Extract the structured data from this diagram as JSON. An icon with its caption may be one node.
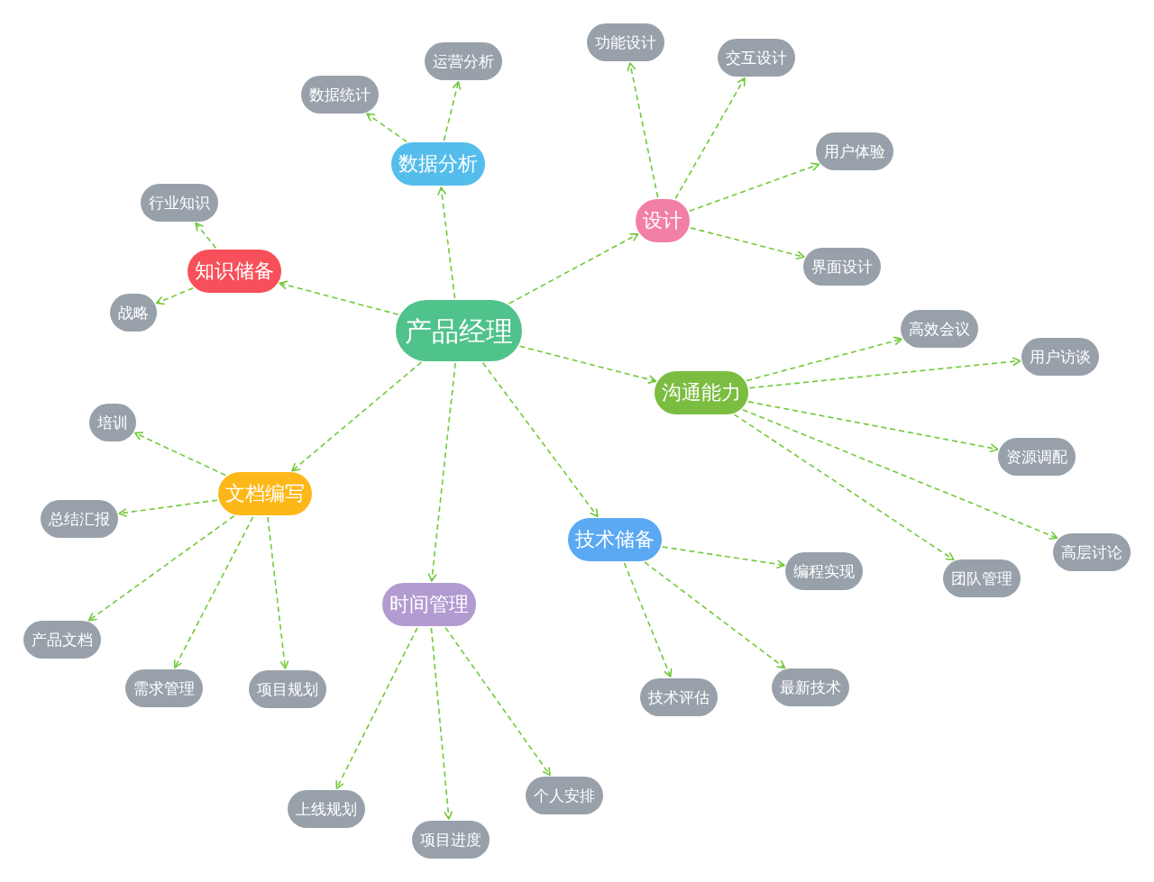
{
  "diagram": {
    "nodes": [
      {
        "text": [
          "产品经理"
        ]
      },
      {
        "text": [
          "数据分析"
        ]
      },
      {
        "text": [
          "运营分析"
        ]
      },
      {
        "text": [
          "数据统计"
        ]
      },
      {
        "text": [
          "设计"
        ]
      },
      {
        "text": [
          "功能设计"
        ]
      },
      {
        "text": [
          "交互设计"
        ]
      },
      {
        "text": [
          "用户体验"
        ]
      },
      {
        "text": [
          "界面设计"
        ]
      },
      {
        "text": [
          "知识储备"
        ]
      },
      {
        "text": [
          "行业知识"
        ]
      },
      {
        "text": [
          "战略"
        ]
      },
      {
        "text": [
          "沟通能力"
        ]
      },
      {
        "text": [
          "高效会议"
        ]
      },
      {
        "text": [
          "用户访谈"
        ]
      },
      {
        "text": [
          "资源调配"
        ]
      },
      {
        "text": [
          "高层讨论"
        ]
      },
      {
        "text": [
          "团队管理"
        ]
      },
      {
        "text": [
          "文档编写"
        ]
      },
      {
        "text": [
          "培训"
        ]
      },
      {
        "text": [
          "总结汇报"
        ]
      },
      {
        "text": [
          "产品文档"
        ]
      },
      {
        "text": [
          "需求管理"
        ]
      },
      {
        "text": [
          "项目规划"
        ]
      },
      {
        "text": [
          "技术储备"
        ]
      },
      {
        "text": [
          "编程实现"
        ]
      },
      {
        "text": [
          "最新技术"
        ]
      },
      {
        "text": [
          "技术评估"
        ]
      },
      {
        "text": [
          "时间管理"
        ]
      },
      {
        "text": [
          "上线规划"
        ]
      },
      {
        "text": [
          "项目进度"
        ]
      },
      {
        "text": [
          "个人安排"
        ]
      }
    ],
    "edges": [
      {
        "from": 0,
        "to": 1,
        "arrow": "to"
      },
      {
        "from": 1,
        "to": 2,
        "arrow": "to"
      },
      {
        "from": 1,
        "to": 3,
        "arrow": "to"
      },
      {
        "from": 0,
        "to": 4,
        "arrow": "to"
      },
      {
        "from": 4,
        "to": 5,
        "arrow": "to"
      },
      {
        "from": 4,
        "to": 6,
        "arrow": "to"
      },
      {
        "from": 4,
        "to": 7,
        "arrow": "to"
      },
      {
        "from": 4,
        "to": 8,
        "arrow": "to"
      },
      {
        "from": 0,
        "to": 9,
        "arrow": "to"
      },
      {
        "from": 9,
        "to": 10,
        "arrow": "to"
      },
      {
        "from": 9,
        "to": 11,
        "arrow": "to"
      },
      {
        "from": 0,
        "to": 12,
        "arrow": "to"
      },
      {
        "from": 12,
        "to": 13,
        "arrow": "to"
      },
      {
        "from": 12,
        "to": 14,
        "arrow": "to"
      },
      {
        "from": 12,
        "to": 15,
        "arrow": "to"
      },
      {
        "from": 12,
        "to": 16,
        "arrow": "to"
      },
      {
        "from": 12,
        "to": 17,
        "arrow": "to"
      },
      {
        "from": 0,
        "to": 18,
        "arrow": "to"
      },
      {
        "from": 18,
        "to": 19,
        "arrow": "to"
      },
      {
        "from": 18,
        "to": 20,
        "arrow": "to"
      },
      {
        "from": 18,
        "to": 21,
        "arrow": "to"
      },
      {
        "from": 18,
        "to": 22,
        "arrow": "to"
      },
      {
        "from": 18,
        "to": 23,
        "arrow": "to"
      },
      {
        "from": 0,
        "to": 24,
        "arrow": "to"
      },
      {
        "from": 24,
        "to": 25,
        "arrow": "to"
      },
      {
        "from": 24,
        "to": 26,
        "arrow": "to"
      },
      {
        "from": 24,
        "to": 27,
        "arrow": "to"
      },
      {
        "from": 0,
        "to": 28,
        "arrow": "to"
      },
      {
        "from": 28,
        "to": 29,
        "arrow": "to"
      },
      {
        "from": 28,
        "to": 30,
        "arrow": "to"
      },
      {
        "from": 28,
        "to": 31,
        "arrow": "to"
      }
    ]
  }
}
